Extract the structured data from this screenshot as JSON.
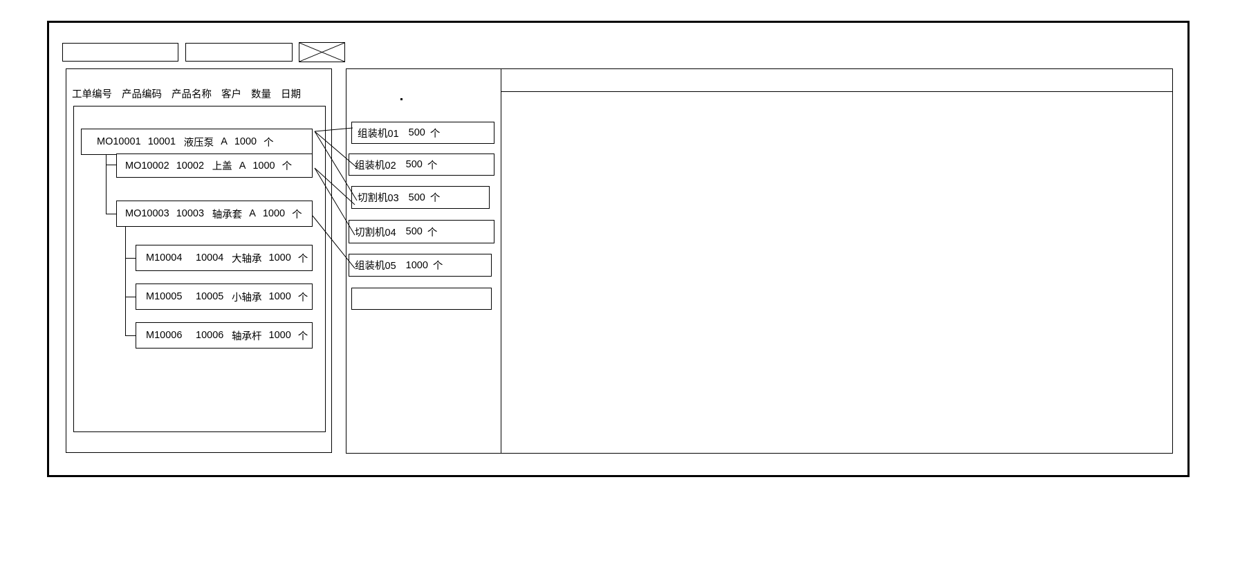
{
  "window": {
    "title_bar_present": true
  },
  "toolbar": {
    "field_1_value": "",
    "field_2_value": "",
    "image_placeholder_name": "image-placeholder-icon"
  },
  "left_panel": {
    "columns": [
      "工单编号",
      "产品编码",
      "产品名称",
      "客户",
      "数量",
      "日期"
    ],
    "rows": [
      {
        "order_no": "MO10001",
        "product_code": "10001",
        "product_name": "液压泵",
        "customer": "A",
        "quantity": "1000",
        "unit": "个",
        "level": 0
      },
      {
        "order_no": "MO10002",
        "product_code": "10002",
        "product_name": "上盖",
        "customer": "A",
        "quantity": "1000",
        "unit": "个",
        "level": 1
      },
      {
        "order_no": "MO10003",
        "product_code": "10003",
        "product_name": "轴承套",
        "customer": "A",
        "quantity": "1000",
        "unit": "个",
        "level": 1
      },
      {
        "order_no": "M10004",
        "product_code": "10004",
        "product_name": "大轴承",
        "customer": "",
        "quantity": "1000",
        "unit": "个",
        "level": 2
      },
      {
        "order_no": "M10005",
        "product_code": "10005",
        "product_name": "小轴承",
        "customer": "",
        "quantity": "1000",
        "unit": "个",
        "level": 2
      },
      {
        "order_no": "M10006",
        "product_code": "10006",
        "product_name": "轴承杆",
        "customer": "",
        "quantity": "1000",
        "unit": "个",
        "level": 2
      }
    ]
  },
  "middle_panel": {
    "items": [
      {
        "machine": "组装机01",
        "quantity": "500",
        "unit": "个"
      },
      {
        "machine": "组装机02",
        "quantity": "500",
        "unit": "个"
      },
      {
        "machine": "切割机03",
        "quantity": "500",
        "unit": "个"
      },
      {
        "machine": "切割机04",
        "quantity": "500",
        "unit": "个"
      },
      {
        "machine": "组装机05",
        "quantity": "1000",
        "unit": "个"
      },
      {
        "machine": "",
        "quantity": "",
        "unit": ""
      }
    ]
  },
  "right_panel": {
    "header_text": "",
    "body_text": ""
  },
  "colors": {
    "stroke": "#000000",
    "background": "#ffffff"
  }
}
